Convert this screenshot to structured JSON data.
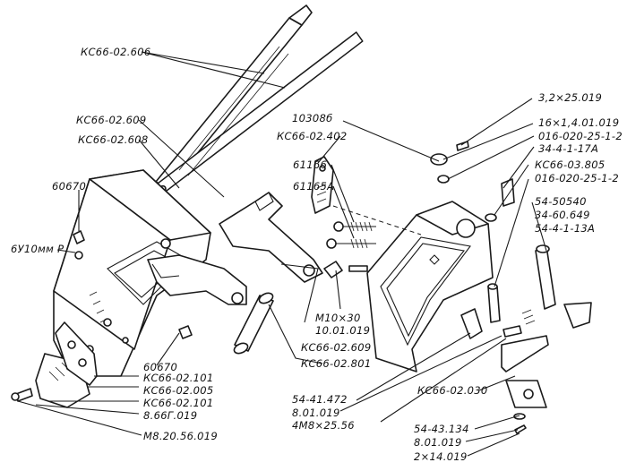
{
  "labels": {
    "l01": "КС66-02.606",
    "l02": "КС66-02.609",
    "l03": "КС66-02.608",
    "l04": "60670",
    "l05": "6У10мм Р",
    "l06": "10308б",
    "l07": "КС66-02.402",
    "l08": "61166",
    "l09": "61165А",
    "l10": "3,2×25.019",
    "l11": "16×1,4.01.019",
    "l12": "016-020-25-1-2",
    "l13": "34-4-1-17А",
    "l14": "КС66-03.805",
    "l15": "016-020-25-1-2",
    "l16": "54-50540",
    "l17": "34-60.649",
    "l18": "54-4-1-13А",
    "l19": "М10×30",
    "l20": "10.01.019",
    "l21": "КС66-02.609",
    "l22": "КС66-02.801",
    "l23": "60670",
    "l24": "КС66-02.101",
    "l25": "КС66-02.005",
    "l26": "КС66-02.101",
    "l27": "8.66Г.019",
    "l28": "М8.20.56.019",
    "l29": "54-41.472",
    "l30": "8.01.019",
    "l31": "4М8×25.56",
    "l32": "КС66-02.030",
    "l33": "54-43.134",
    "l34": "8.01.019",
    "l35": "2×14.019"
  }
}
